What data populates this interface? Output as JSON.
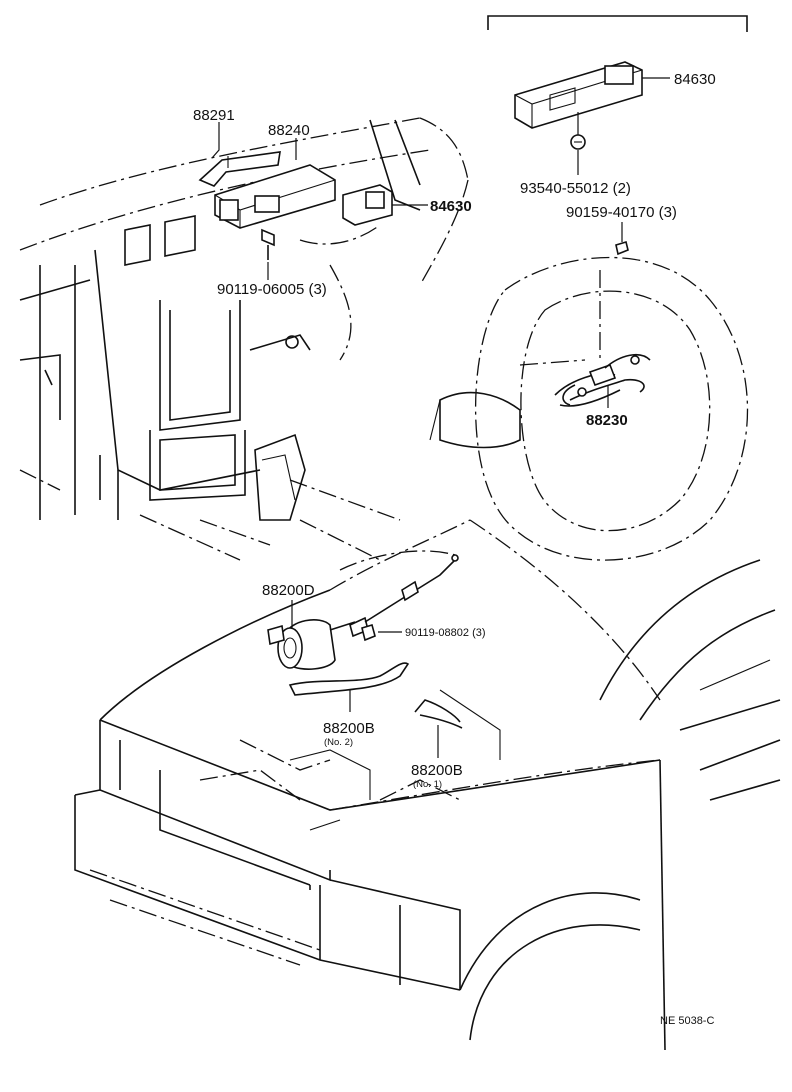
{
  "diagram": {
    "labels": {
      "p88291": "88291",
      "p88240": "88240",
      "p84630_left": "84630",
      "p84630_right": "84630",
      "p90119_06005": "90119-06005 (3)",
      "p93540_55012": "93540-55012 (2)",
      "p90159_40170": "90159-40170 (3)",
      "p88230": "88230",
      "p88200D": "88200D",
      "p90119_08802": "90119-08802 (3)",
      "p88200B_no2": "88200B",
      "p88200B_no2_sub": "(No. 2)",
      "p88200B_no1": "88200B",
      "p88200B_no1_sub": "(No. 1)",
      "drawing_code": "NE  5038-C"
    }
  }
}
